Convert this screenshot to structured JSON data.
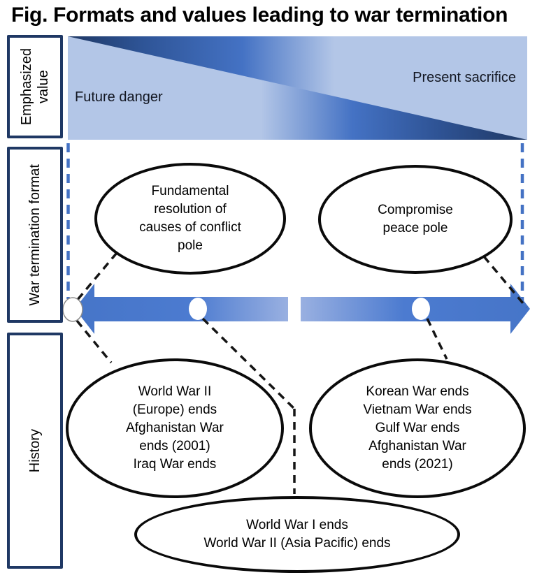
{
  "title": "Fig. Formats and values leading to war termination",
  "sidebar": {
    "emphasized_value_label": "Emphasized\nvalue",
    "war_termination_format_label": "War termination format",
    "history_label": "History"
  },
  "value_band": {
    "left_label": "Future danger",
    "right_label": "Present sacrifice",
    "colors": {
      "light_blue": "#B3C6E7",
      "mid_blue": "#4472C4",
      "dark_navy": "#1F3864"
    }
  },
  "format_poles": {
    "left_pole": "Fundamental\nresolution of\ncauses of conflict\npole",
    "right_pole": "Compromise\npeace pole"
  },
  "history_groups": {
    "left": "World War II\n(Europe) ends\nAfghanistan War\nends (2001)\nIraq War ends",
    "right": "Korean War ends\nVietnam War ends\nGulf War ends\nAfghanistan War\nends (2021)",
    "center": "World War I ends\nWorld War II (Asia Pacific) ends"
  },
  "axis": {
    "arrow_blue": "#4675C8",
    "arrow_light": "#99B0E1",
    "dashed_guide_blue": "#4472C4",
    "connector_black": "#151515",
    "marker_fill": "#ffffff"
  }
}
